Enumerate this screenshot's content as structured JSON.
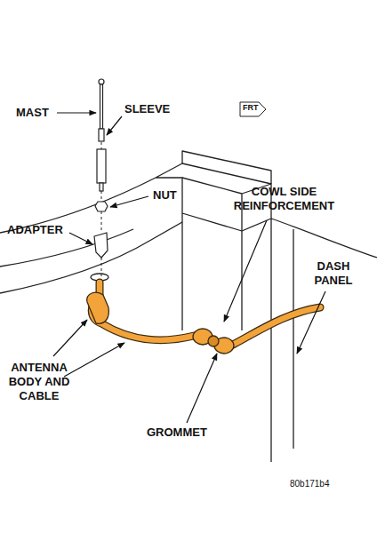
{
  "diagram": {
    "labels": [
      "MAST",
      "SLEEVE",
      "NUT",
      "ADAPTER",
      "COWL SIDE REINFORCEMENT",
      "DASH PANEL",
      "ANTENNA BODY AND CABLE",
      "GROMMET",
      "FRT",
      "80b171b4"
    ]
  }
}
